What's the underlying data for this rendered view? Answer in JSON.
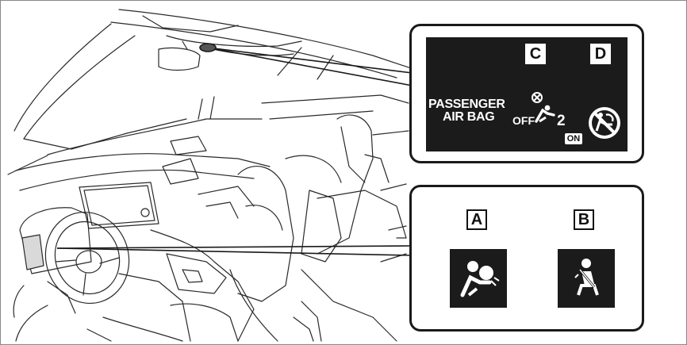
{
  "top_panel": {
    "letter_c": "C",
    "letter_d": "D",
    "passenger_line1": "PASSENGER",
    "passenger_line2": "AIR BAG",
    "off_label": "OFF",
    "seat_number": "2",
    "on_label": "ON"
  },
  "bottom_panel": {
    "letter_a": "A",
    "letter_b": "B",
    "icon_a": "airbag-warning-icon",
    "icon_b": "seatbelt-reminder-icon"
  },
  "colors": {
    "panel_background": "#1b1b1b",
    "line_color": "#222222",
    "background": "#ffffff"
  }
}
